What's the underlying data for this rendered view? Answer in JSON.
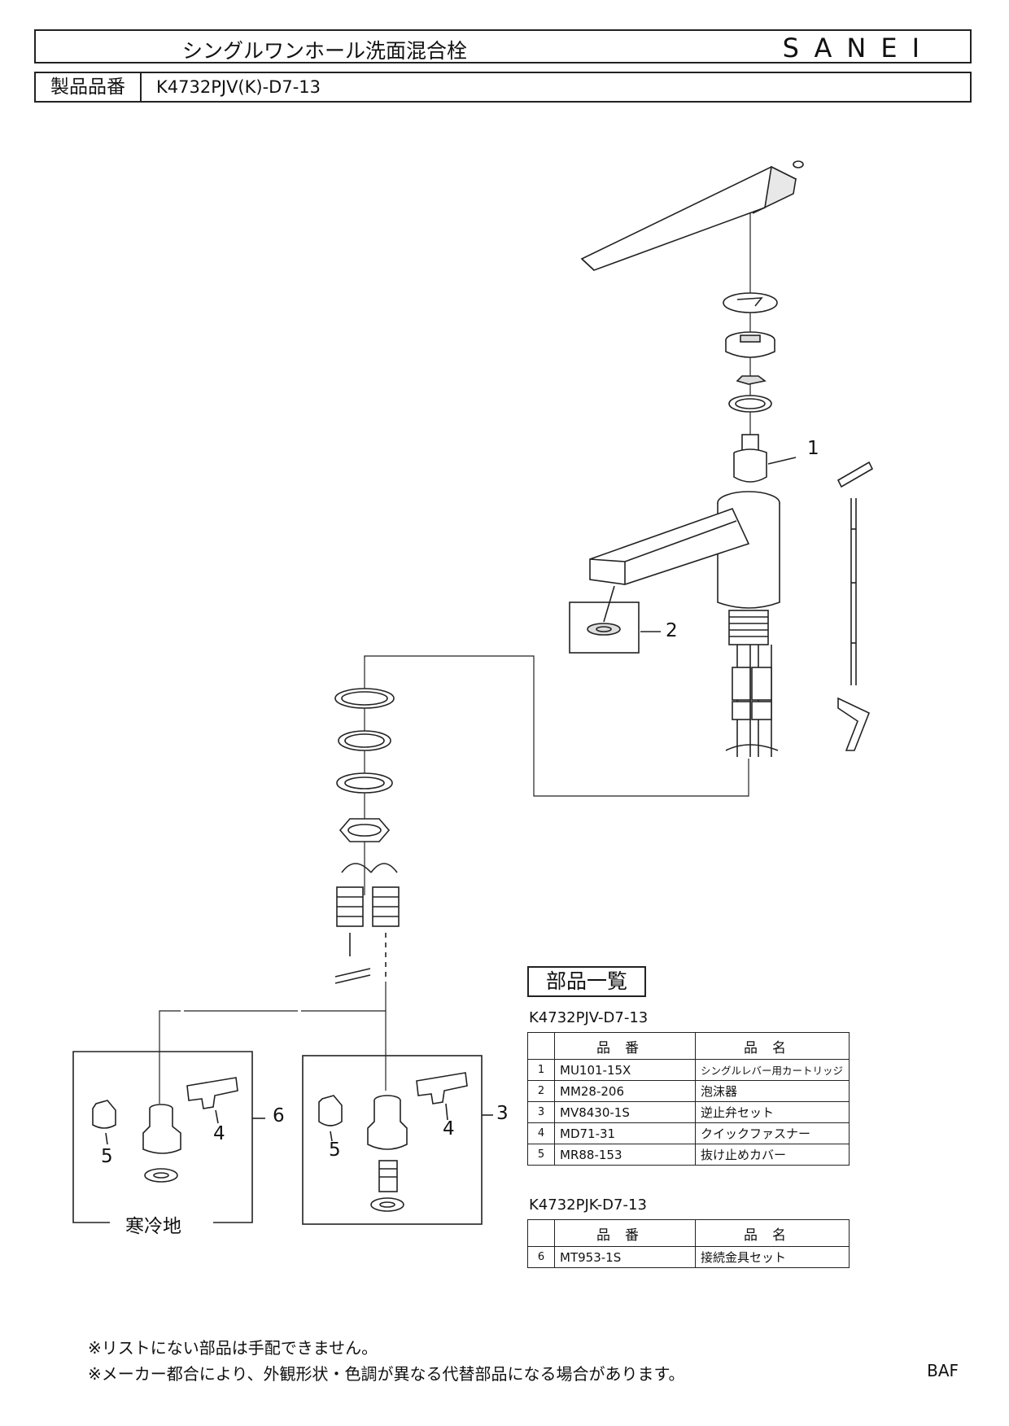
{
  "header": {
    "title": "シングルワンホール洗面混合栓",
    "brand": "SANEI",
    "model_label": "製品品番",
    "model_value": "K4732PJV(K)-D7-13"
  },
  "callouts": {
    "n1": "1",
    "n2": "2",
    "n3": "3",
    "n4a": "4",
    "n4b": "4",
    "n5a": "5",
    "n5b": "5",
    "n6": "6",
    "cold_region": "寒冷地"
  },
  "parts_list": {
    "title": "部品一覧",
    "table1": {
      "model": "K4732PJV-D7-13",
      "col_code": "品番",
      "col_name": "品名",
      "rows": [
        {
          "no": "1",
          "code": "MU101-15X",
          "name": "シングルレバー用カートリッジ"
        },
        {
          "no": "2",
          "code": "MM28-206",
          "name": "泡沫器"
        },
        {
          "no": "3",
          "code": "MV8430-1S",
          "name": "逆止弁セット"
        },
        {
          "no": "4",
          "code": "MD71-31",
          "name": "クイックファスナー"
        },
        {
          "no": "5",
          "code": "MR88-153",
          "name": "抜け止めカバー"
        }
      ]
    },
    "table2": {
      "model": "K4732PJK-D7-13",
      "col_code": "品番",
      "col_name": "品名",
      "rows": [
        {
          "no": "6",
          "code": "MT953-1S",
          "name": "接続金具セット"
        }
      ]
    }
  },
  "notes": {
    "line1": "※リストにない部品は手配できません。",
    "line2": "※メーカー都合により、外観形状・色調が異なる代替部品になる場合があります。",
    "code": "BAF"
  }
}
